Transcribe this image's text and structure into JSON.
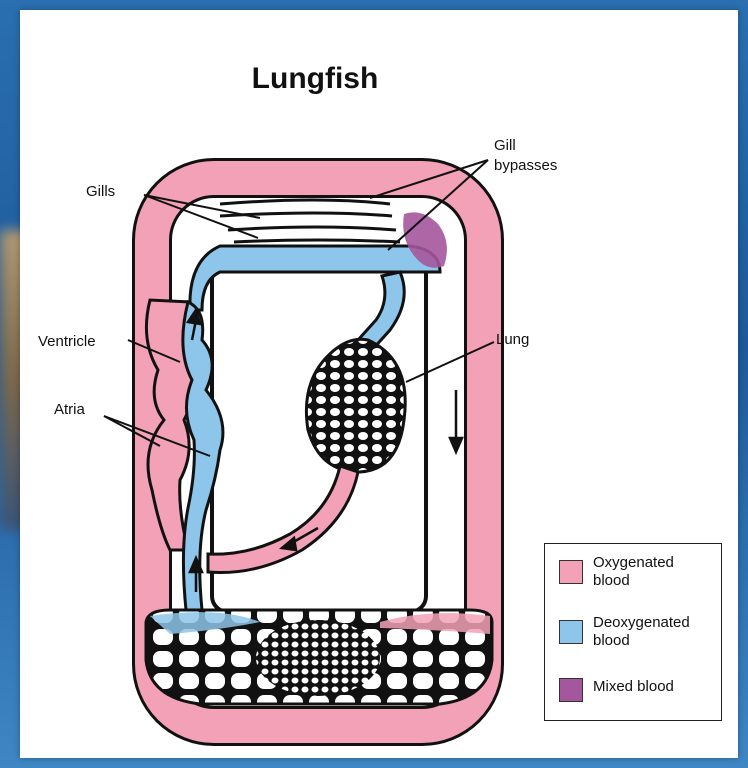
{
  "title": "Lungfish",
  "labels": {
    "gills": "Gills",
    "gill_bypasses_line1": "Gill",
    "gill_bypasses_line2": "bypasses",
    "ventricle": "Ventricle",
    "atria": "Atria",
    "lung": "Lung"
  },
  "legend": [
    {
      "label_line1": "Oxygenated",
      "label_line2": "blood",
      "color": "#f2a1b6"
    },
    {
      "label_line1": "Deoxygenated",
      "label_line2": "blood",
      "color": "#8ec5ea"
    },
    {
      "label_line1": "Mixed blood",
      "label_line2": "",
      "color": "#a4579c"
    }
  ],
  "colors": {
    "oxygenated": "#f2a1b6",
    "deoxygenated": "#8ec5ea",
    "mixed": "#a4579c",
    "outline": "#111111"
  }
}
